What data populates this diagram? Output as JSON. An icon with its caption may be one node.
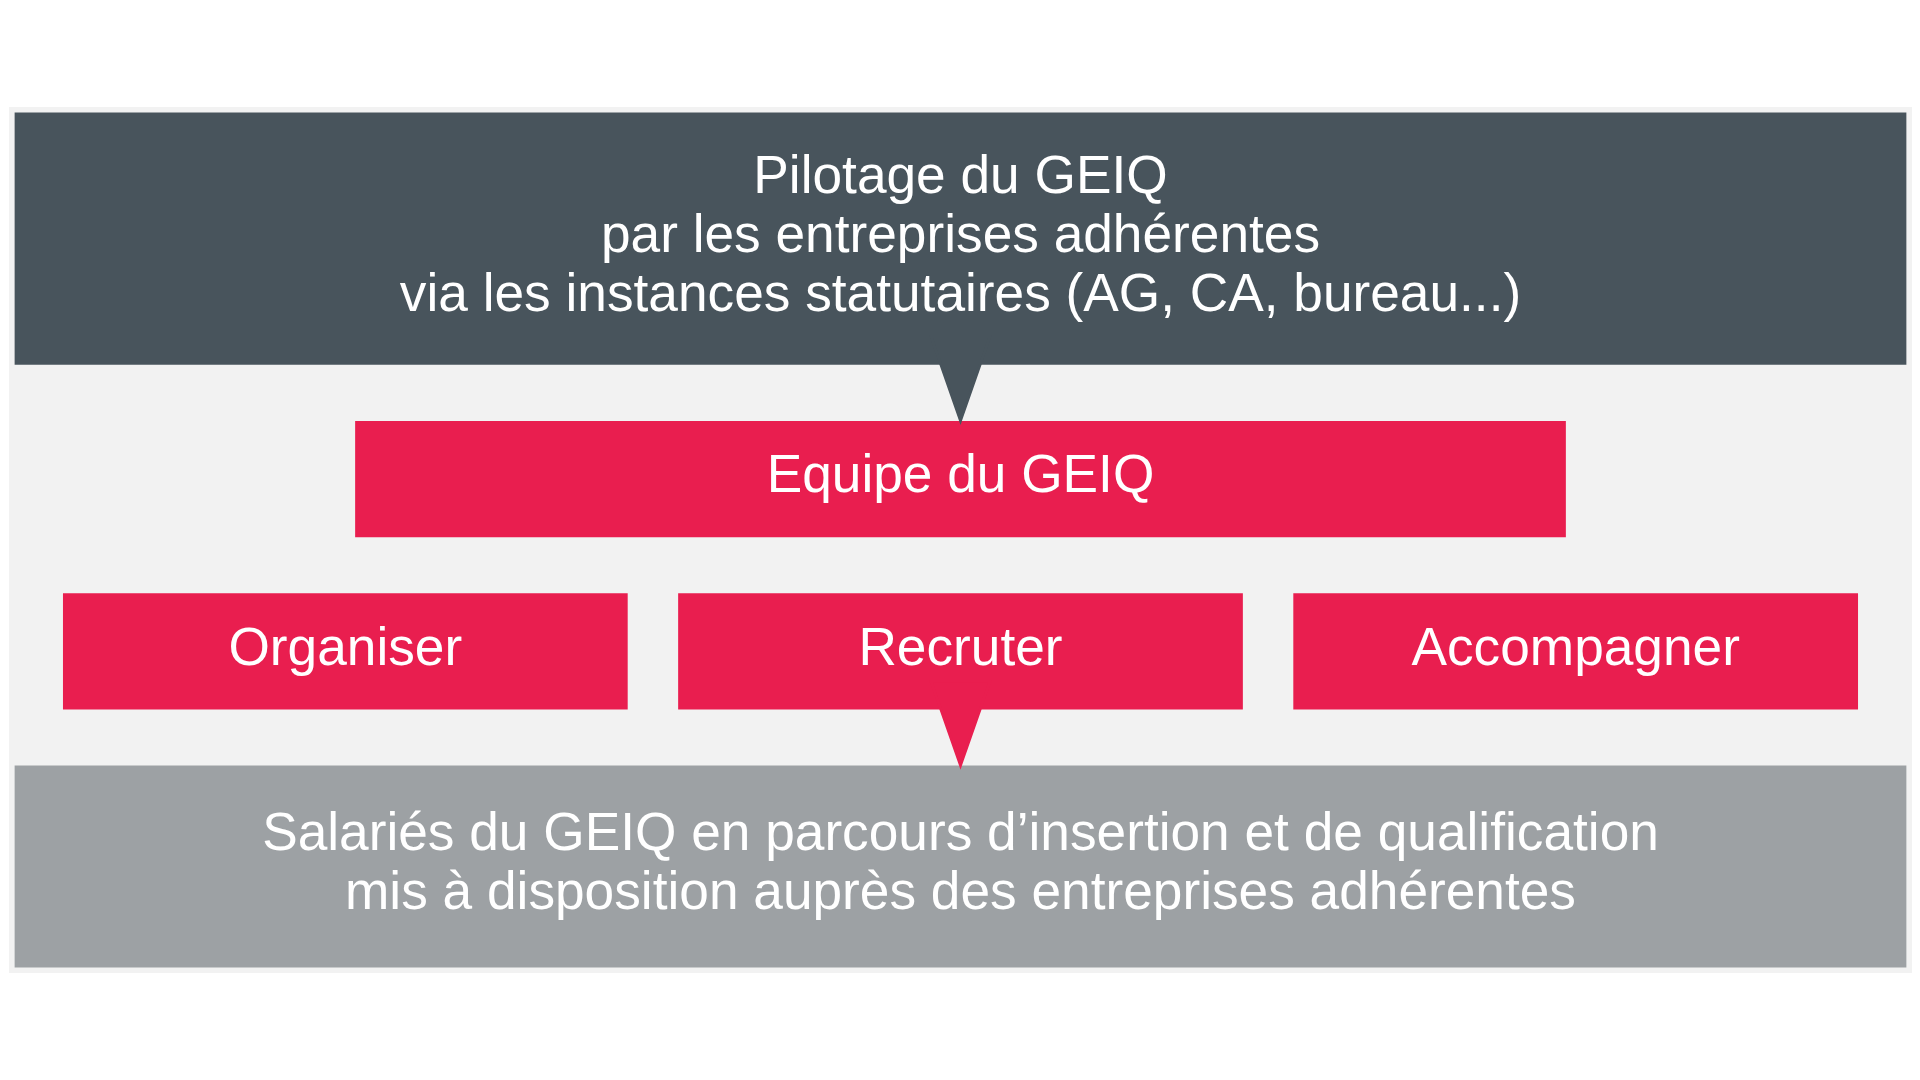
{
  "diagram": {
    "nodes": [
      {
        "text": [
          "Pilotage du GEIQ par les entreprises adhérentes via les instances statutaires (AG, CA, bureau...)"
        ]
      },
      {
        "text": [
          "Equipe du GEIQ"
        ]
      },
      {
        "text": [
          "Organiser"
        ]
      },
      {
        "text": [
          "Recruter"
        ]
      },
      {
        "text": [
          "Accompagner"
        ]
      },
      {
        "text": [
          "Salariés du GEIQ en parcours d’insertion et de qualification mis à disposition auprès des entreprises adhérentes"
        ]
      }
    ],
    "edges": [
      {
        "from": 0,
        "to": 1,
        "arrow": "to",
        "color": "#48545c"
      },
      {
        "from": 3,
        "to": 5,
        "arrow": "to",
        "color": "#e91e4f"
      }
    ]
  }
}
